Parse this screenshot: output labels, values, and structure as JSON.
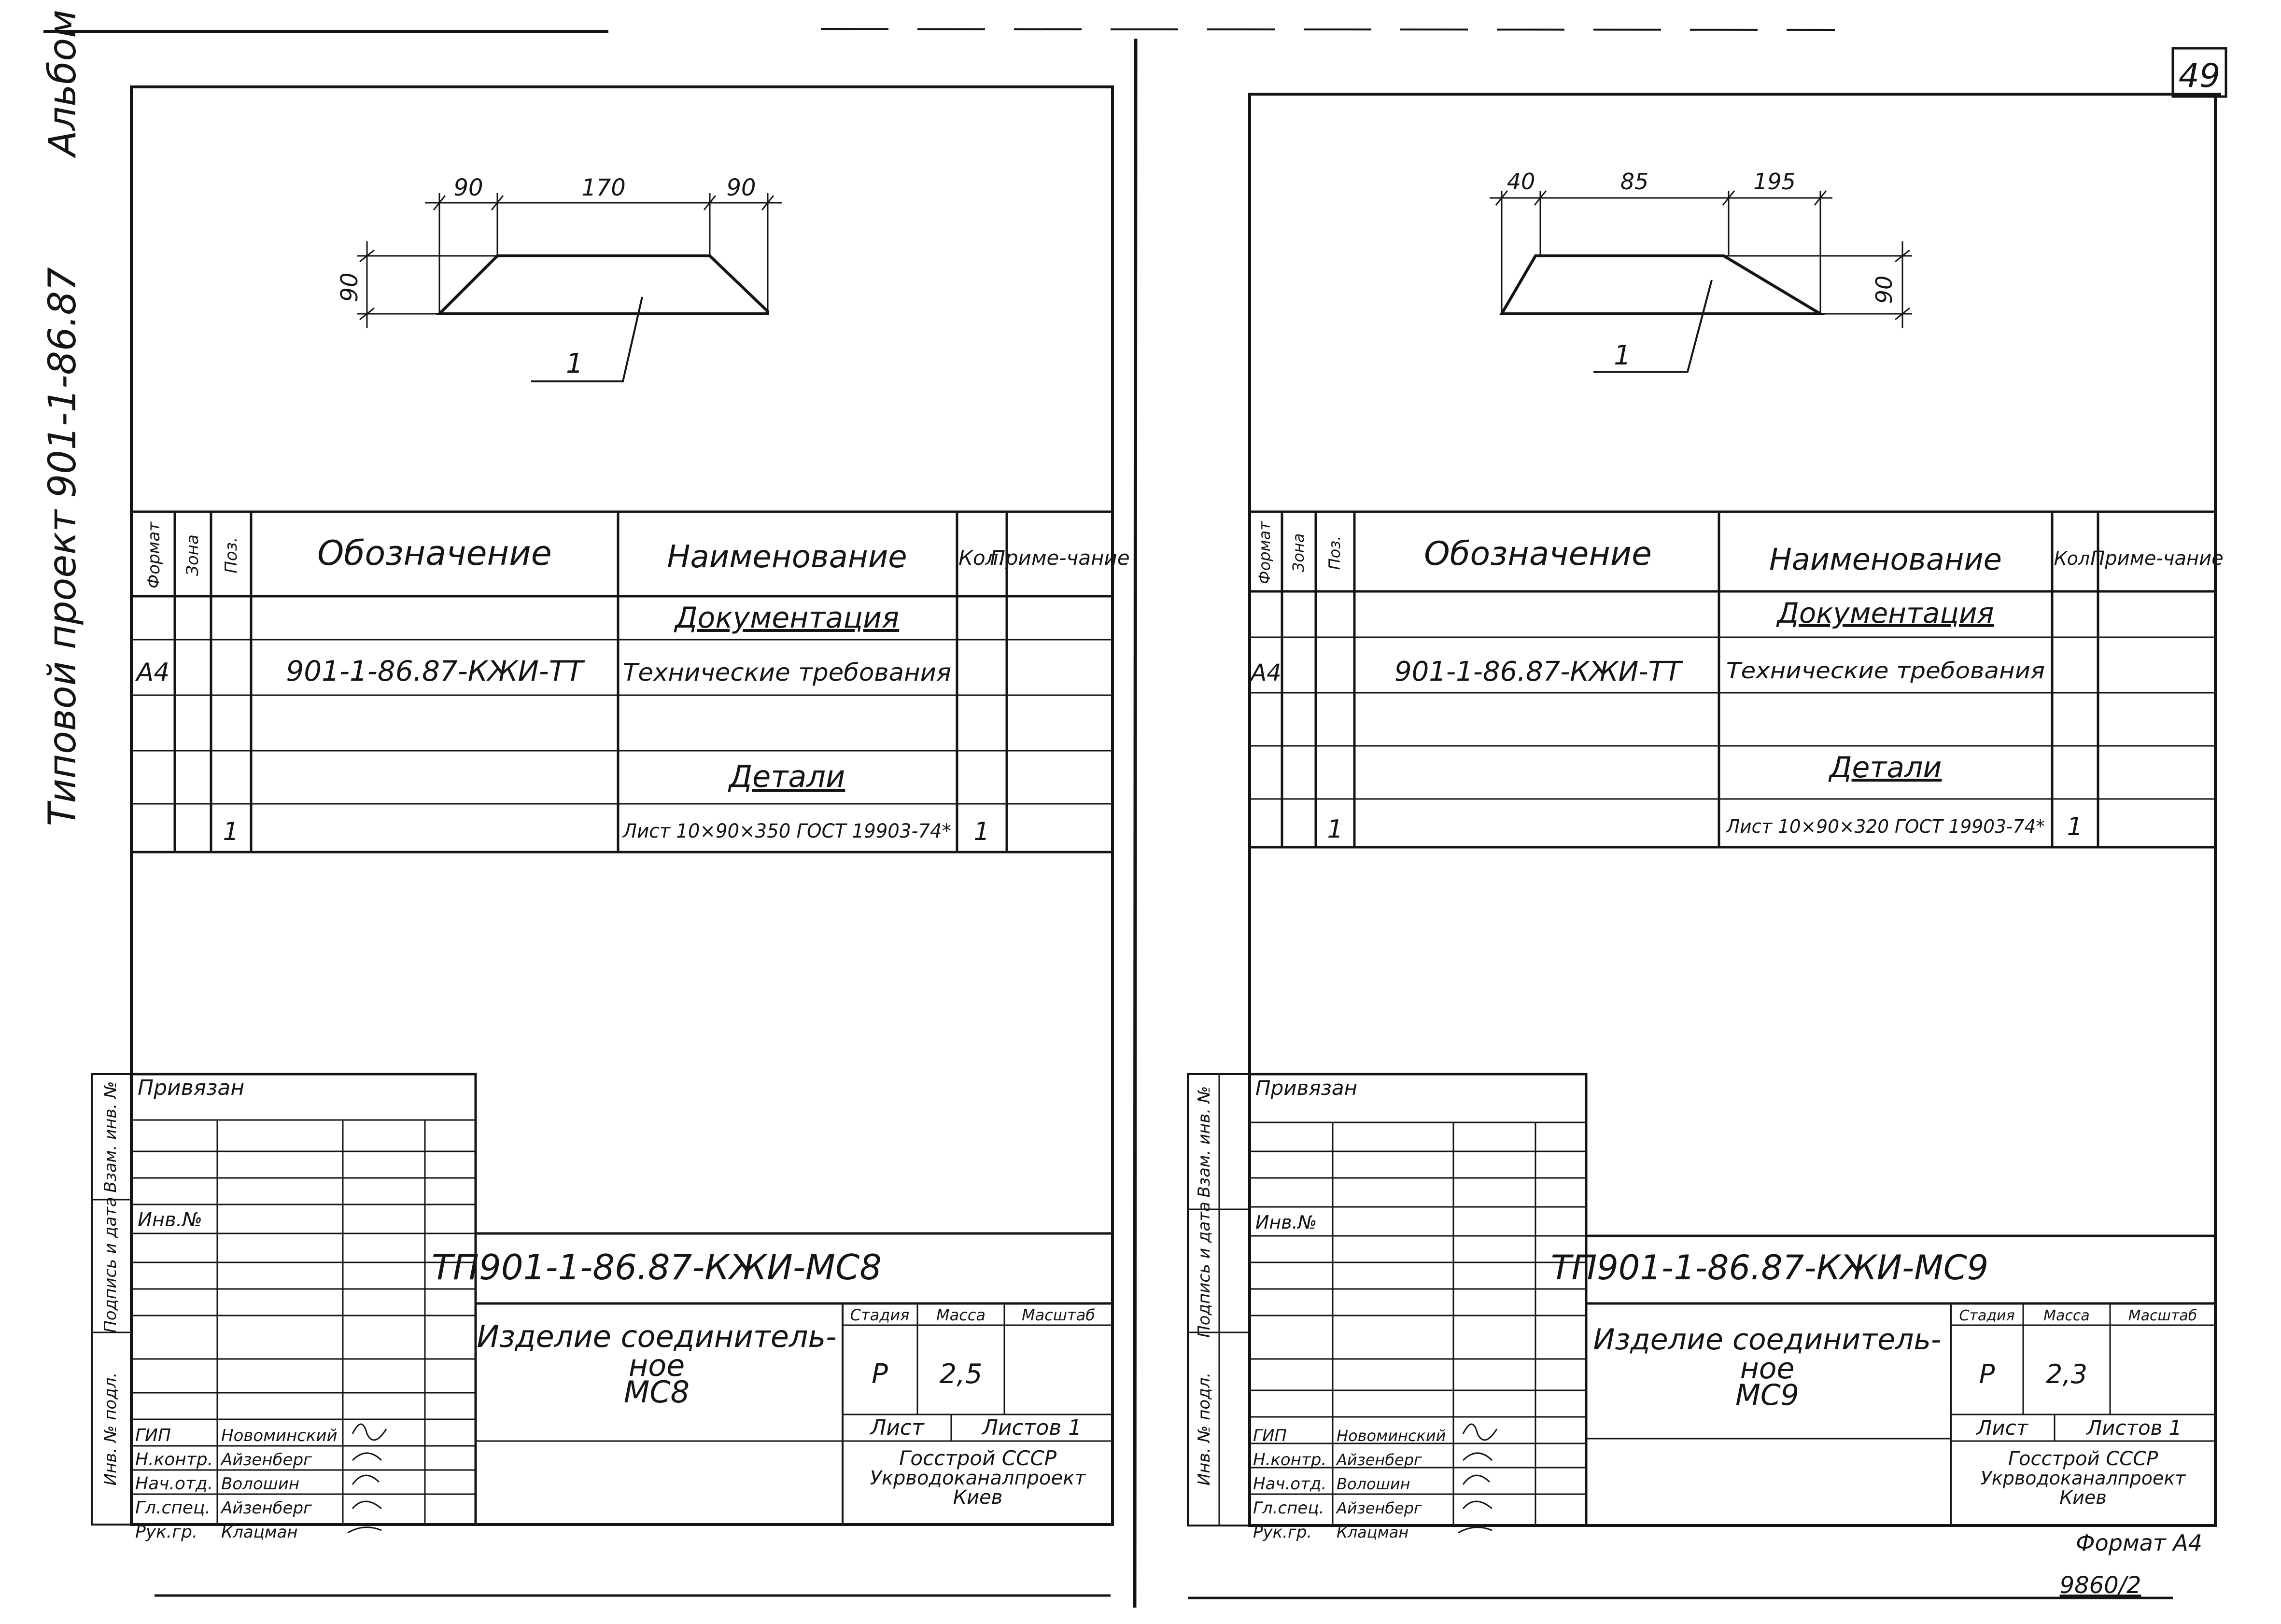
{
  "page_number": "49",
  "album_margin": {
    "project": "Типовой проект 901-1-86.87",
    "album": "Альбом IV"
  },
  "bottom_right": {
    "format": "Формат А4",
    "inventory": "9860/2"
  },
  "stamp_side_labels": [
    "Взам. инв. №",
    "Подпись и дата",
    "Инв. № подл."
  ],
  "spec_headers": {
    "format": "Формат",
    "zone": "Зона",
    "pos": "Поз.",
    "designation": "Обозначение",
    "name": "Наименование",
    "qty": "Кол.",
    "note": "Приме-чание"
  },
  "title_block_labels": {
    "bound": "Привязан",
    "inv_no": "Инв.№",
    "stage": "Стадия",
    "mass": "Масса",
    "scale": "Масштаб",
    "sheet": "Лист",
    "sheets": "Листов 1",
    "org_1": "Госстрой СССР",
    "org_2": "Укрводоканалпроект",
    "org_3": "Киев"
  },
  "signatures": [
    {
      "role": "ГИП",
      "name": "Новоминский"
    },
    {
      "role": "Н.контр.",
      "name": "Айзенберг"
    },
    {
      "role": "Нач.отд.",
      "name": "Волошин"
    },
    {
      "role": "Гл.спец.",
      "name": "Айзенберг"
    },
    {
      "role": "Рук.гр.",
      "name": "Клацман"
    }
  ],
  "sheets": [
    {
      "drawing": {
        "dims": [
          "90",
          "170",
          "90"
        ],
        "height": "90",
        "callout": "1"
      },
      "spec": {
        "section_docs": "Документация",
        "doc_format": "А4",
        "doc_designation": "901-1-86.87-КЖИ-ТТ",
        "doc_name": "Технические требования",
        "section_parts": "Детали",
        "part_pos": "1",
        "part_name": "Лист 10×90×350 ГОСТ 19903-74*",
        "part_qty": "1"
      },
      "title_block": {
        "code": "ТП901-1-86.87-КЖИ-МС8",
        "name_1": "Изделие соединитель-",
        "name_2": "ное",
        "name_3": "МС8",
        "stage": "Р",
        "mass": "2,5"
      }
    },
    {
      "drawing": {
        "dims": [
          "40",
          "85",
          "195"
        ],
        "height": "90",
        "callout": "1"
      },
      "spec": {
        "section_docs": "Документация",
        "doc_format": "А4",
        "doc_designation": "901-1-86.87-КЖИ-ТТ",
        "doc_name": "Технические требования",
        "section_parts": "Детали",
        "part_pos": "1",
        "part_name": "Лист 10×90×320 ГОСТ 19903-74*",
        "part_qty": "1"
      },
      "title_block": {
        "code": "ТП901-1-86.87-КЖИ-МС9",
        "name_1": "Изделие соединитель-",
        "name_2": "ное",
        "name_3": "МС9",
        "stage": "Р",
        "mass": "2,3"
      }
    }
  ]
}
